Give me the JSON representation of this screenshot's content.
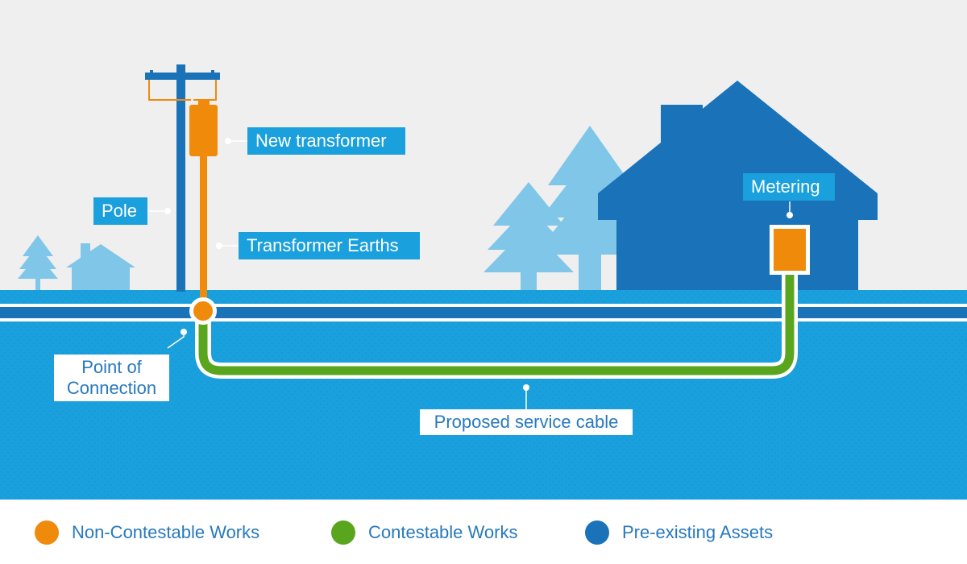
{
  "labels": {
    "new_transformer": "New transformer",
    "pole": "Pole",
    "transformer_earths": "Transformer Earths",
    "metering": "Metering",
    "point_of_connection_line1": "Point of",
    "point_of_connection_line2": "Connection",
    "proposed_service_cable": "Proposed service cable"
  },
  "legend": {
    "items": [
      {
        "label": "Non-Contestable Works",
        "color": "#f08a0b"
      },
      {
        "label": "Contestable Works",
        "color": "#5aa51e"
      },
      {
        "label": "Pre-existing Assets",
        "color": "#1a73b9"
      }
    ]
  },
  "colors": {
    "background": "#f0efef",
    "ground": "#1aa0dc",
    "pre_existing": "#1a73b9",
    "non_contestable": "#f08a0b",
    "contestable": "#5aa51e",
    "trees": "#7fc6e8"
  }
}
